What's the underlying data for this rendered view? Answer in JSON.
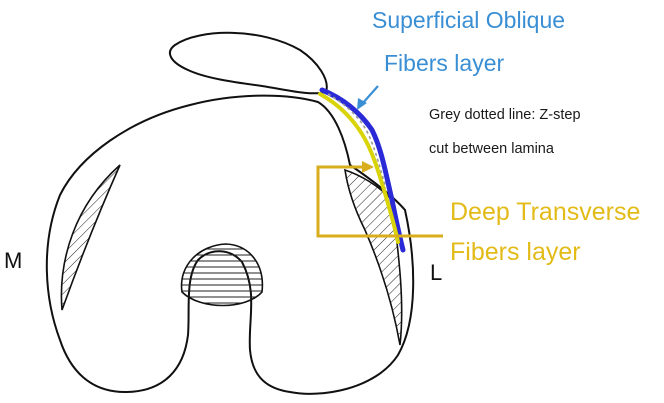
{
  "labels": {
    "superficial_line1": "Superficial Oblique",
    "superficial_line2": "Fibers layer",
    "note_line1": "Grey dotted line: Z-step",
    "note_line2": "cut between lamina",
    "deep_line1": "Deep Transverse",
    "deep_line2": "Fibers layer",
    "medial": "M",
    "lateral": "L"
  },
  "colors": {
    "superficial_layer": "#2a2ad6",
    "deep_layer": "#d9d40a",
    "arrow_blue": "#3a8fd4",
    "bracket_gold": "#d8ad1e",
    "outline": "#111111",
    "z_step_line": "#9a9a9a"
  }
}
